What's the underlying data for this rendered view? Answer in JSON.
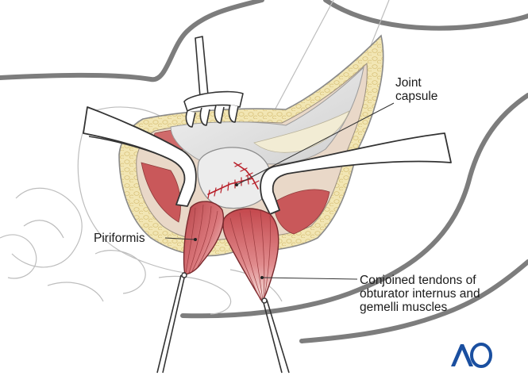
{
  "labels": {
    "joint_capsule": [
      "Joint",
      "capsule"
    ],
    "piriformis": "Piriformis",
    "conjoined_tendons": [
      "Conjoined tendons of",
      "obturator internus and",
      "gemelli muscles"
    ]
  },
  "logo": {
    "text": "AO",
    "color": "#1a4fa0"
  },
  "colors": {
    "outline": "#8a8a8a",
    "fat": "#efe0a8",
    "muscle": "#c9585a",
    "capsule": "#e6e6e6",
    "suture": "#b8202a",
    "instrument": "#ffffff",
    "wire": "#333333"
  },
  "icons": [
    "retractor-rake-icon",
    "ao-logo-icon"
  ]
}
